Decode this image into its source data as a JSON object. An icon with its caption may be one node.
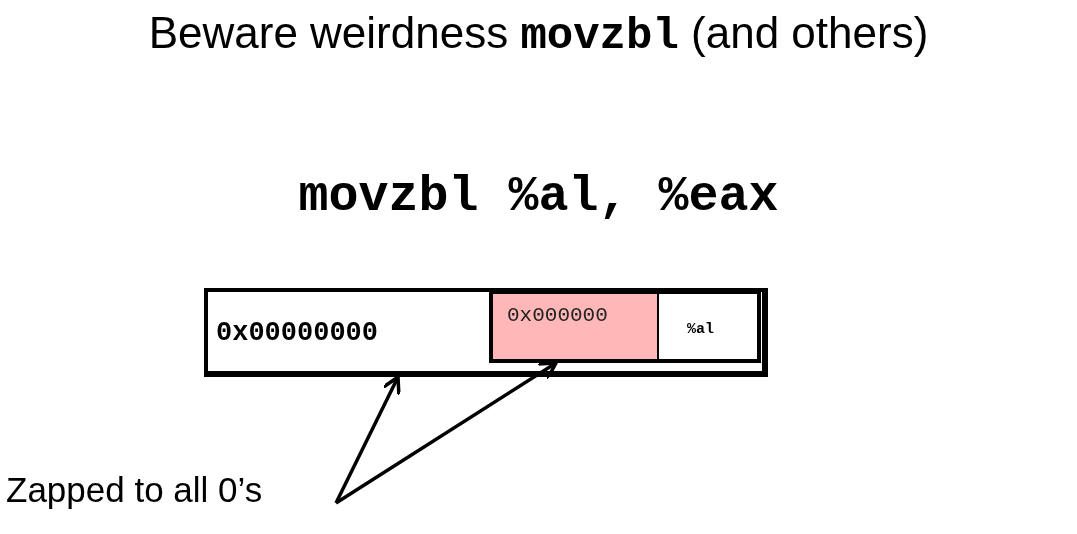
{
  "diagram": {
    "title": "Beware weirdness **movzbl** (and others)",
    "nodes": [
      {
        "text": [
          "0x00000000"
        ]
      },
      {
        "text": [
          "0x000000"
        ],
        "in": 0
      },
      {
        "text": [
          "%al"
        ],
        "in": 0
      },
      {
        "text": [
          "Zapped to all 0’s"
        ]
      }
    ],
    "edges": [
      {
        "from": 3,
        "to": 0,
        "arrow": "to"
      },
      {
        "from": 3,
        "to": 1,
        "arrow": "to"
      }
    ],
    "labels": [
      "movzbl %al, %eax"
    ]
  }
}
